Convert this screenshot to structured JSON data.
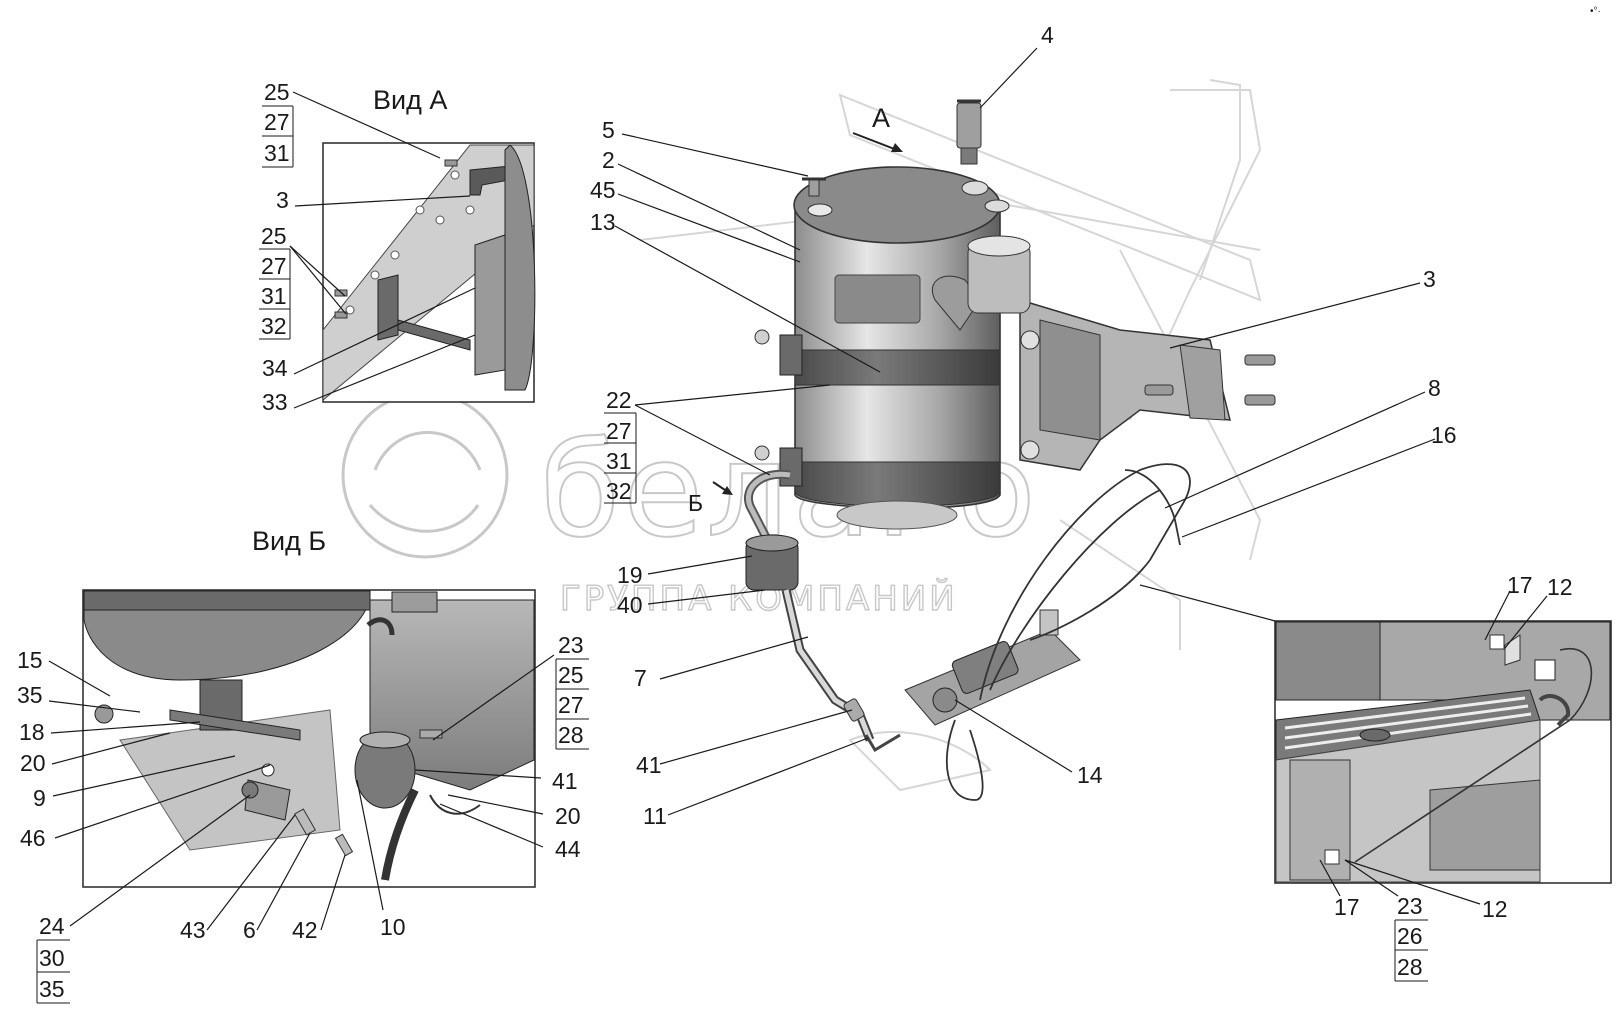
{
  "views": {
    "view_a_title": "Вид А",
    "view_b_title": "Вид Б"
  },
  "arrows": {
    "a": "А",
    "b": "Б"
  },
  "watermark": {
    "brand": "белаРо",
    "subtitle": "ГРУППА КОМПАНИЙ"
  },
  "corner_mark": "•°·",
  "labels": {
    "main": {
      "l4": "4",
      "l5": "5",
      "l2": "2",
      "l45": "45",
      "l13": "13",
      "l3": "3",
      "l8": "8",
      "l16": "16",
      "s22": [
        "22",
        "27",
        "31",
        "32"
      ],
      "l19": "19",
      "l40": "40",
      "l7": "7",
      "l41": "41",
      "l11": "11",
      "l14": "14"
    },
    "view_a": {
      "s25a": [
        "25",
        "27",
        "31"
      ],
      "l3": "3",
      "s25b": [
        "25",
        "27",
        "31",
        "32"
      ],
      "l34": "34",
      "l33": "33"
    },
    "view_b": {
      "l15": "15",
      "l35": "35",
      "l18": "18",
      "l20a": "20",
      "l9": "9",
      "l46": "46",
      "s23": [
        "23",
        "25",
        "27",
        "28"
      ],
      "l41": "41",
      "l20b": "20",
      "l44": "44",
      "s24": [
        "24",
        "30",
        "35"
      ],
      "l43": "43",
      "l6": "6",
      "l42": "42",
      "l10": "10"
    },
    "detail": {
      "l17a": "17",
      "l12a": "12",
      "l17b": "17",
      "s23": [
        "23",
        "26",
        "28"
      ],
      "l12b": "12"
    }
  },
  "colors": {
    "line": "#1a1a1a",
    "part_dark": "#6e6e6e",
    "part_mid": "#9a9a9a",
    "part_light": "#c9c9c9",
    "ghost": "#dcdcdc",
    "watermark": "#c8c8c8"
  }
}
